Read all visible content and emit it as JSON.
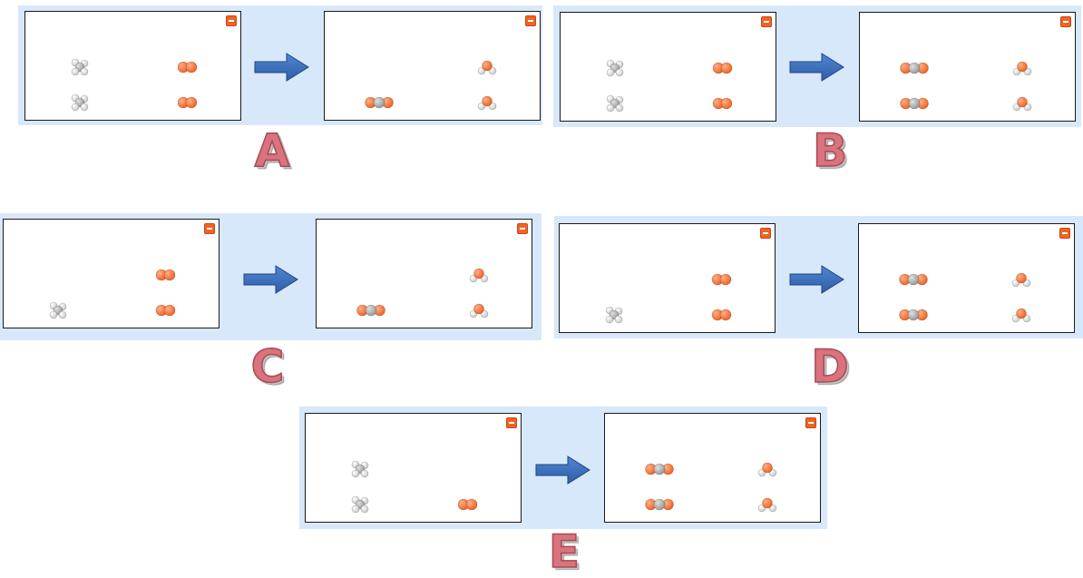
{
  "options": [
    {
      "letter": "A",
      "reactants": [
        {
          "type": "methane",
          "slot": "top-left"
        },
        {
          "type": "oxygen",
          "slot": "top-right"
        },
        {
          "type": "methane",
          "slot": "bottom-left"
        },
        {
          "type": "oxygen",
          "slot": "bottom-right"
        }
      ],
      "products": [
        {
          "type": "water",
          "slot": "top-right"
        },
        {
          "type": "carbon-dioxide",
          "slot": "bottom-left"
        },
        {
          "type": "water",
          "slot": "bottom-right"
        }
      ]
    },
    {
      "letter": "B",
      "reactants": [
        {
          "type": "methane",
          "slot": "top-left"
        },
        {
          "type": "oxygen",
          "slot": "top-right"
        },
        {
          "type": "methane",
          "slot": "bottom-left"
        },
        {
          "type": "oxygen",
          "slot": "bottom-right"
        }
      ],
      "products": [
        {
          "type": "carbon-dioxide",
          "slot": "top-left"
        },
        {
          "type": "water",
          "slot": "top-right"
        },
        {
          "type": "carbon-dioxide",
          "slot": "bottom-left"
        },
        {
          "type": "water",
          "slot": "bottom-right"
        }
      ]
    },
    {
      "letter": "C",
      "reactants": [
        {
          "type": "oxygen",
          "slot": "top-right"
        },
        {
          "type": "methane",
          "slot": "bottom-left"
        },
        {
          "type": "oxygen",
          "slot": "bottom-right"
        }
      ],
      "products": [
        {
          "type": "water",
          "slot": "top-right"
        },
        {
          "type": "carbon-dioxide",
          "slot": "bottom-left"
        },
        {
          "type": "water",
          "slot": "bottom-right"
        }
      ]
    },
    {
      "letter": "D",
      "reactants": [
        {
          "type": "oxygen",
          "slot": "top-right"
        },
        {
          "type": "methane",
          "slot": "bottom-left"
        },
        {
          "type": "oxygen",
          "slot": "bottom-right"
        }
      ],
      "products": [
        {
          "type": "carbon-dioxide",
          "slot": "top-left"
        },
        {
          "type": "water",
          "slot": "top-right"
        },
        {
          "type": "carbon-dioxide",
          "slot": "bottom-left"
        },
        {
          "type": "water",
          "slot": "bottom-right"
        }
      ]
    },
    {
      "letter": "E",
      "reactants": [
        {
          "type": "methane",
          "slot": "top-left"
        },
        {
          "type": "methane",
          "slot": "bottom-left"
        },
        {
          "type": "oxygen",
          "slot": "bottom-right"
        }
      ],
      "products": [
        {
          "type": "carbon-dioxide",
          "slot": "top-left"
        },
        {
          "type": "water",
          "slot": "top-right"
        },
        {
          "type": "carbon-dioxide",
          "slot": "bottom-left"
        },
        {
          "type": "water",
          "slot": "bottom-right"
        }
      ]
    }
  ],
  "colors": {
    "band": "#d8e8fb",
    "arrow": "#2f5fa8",
    "oxygen_atom": "#f26322",
    "carbon_atom": "#9a9a9a",
    "hydrogen_atom": "#f2f2f2",
    "minus_button": "#f26322",
    "label": "#d9737e"
  },
  "icons": [
    "minus-button-icon",
    "right-arrow-icon"
  ]
}
